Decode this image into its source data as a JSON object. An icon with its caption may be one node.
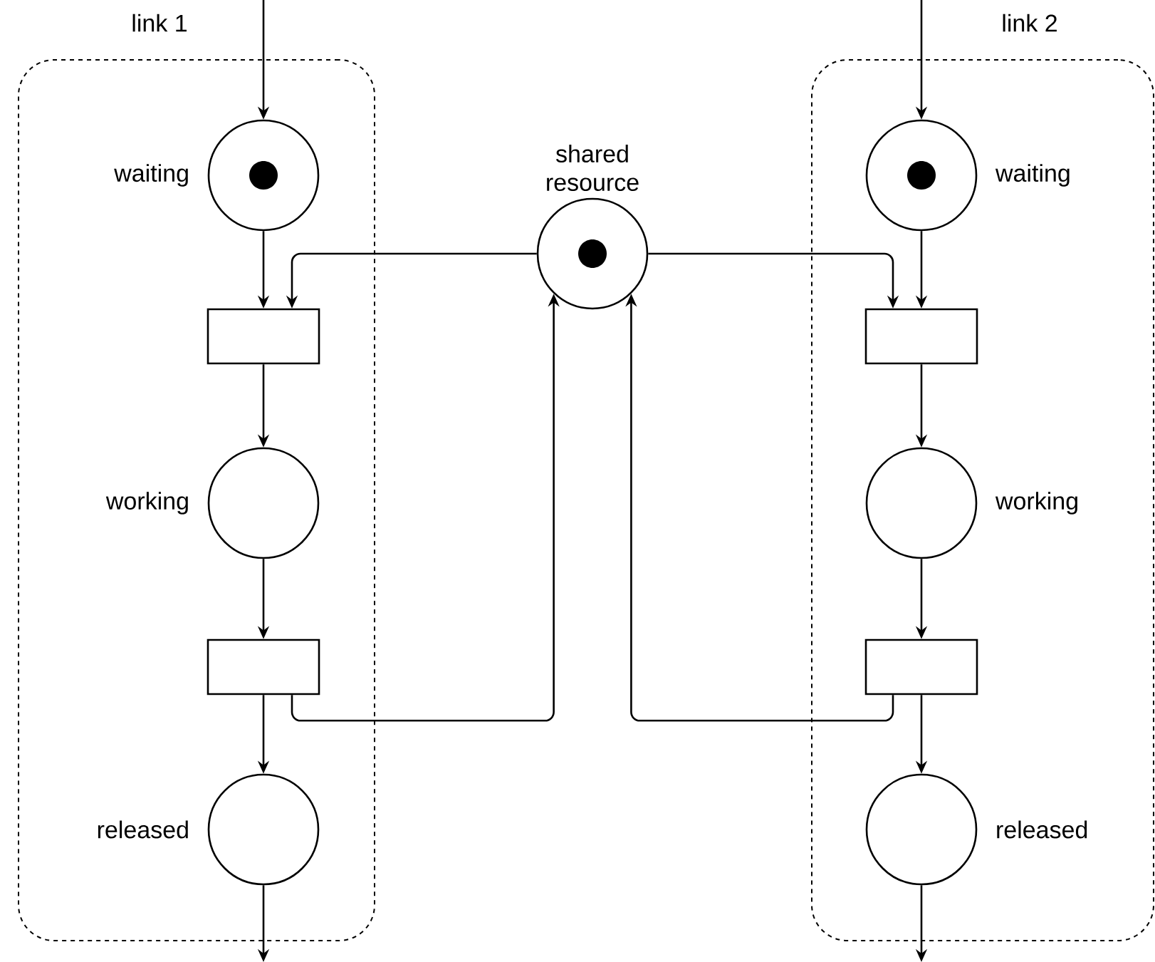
{
  "diagram": {
    "nodes": [
      {
        "text": [
          "link 1"
        ]
      },
      {
        "text": [],
        "shape": "circle",
        "beside": [
          "waiting"
        ],
        "in": 0
      },
      {
        "text": [],
        "shape": "box",
        "in": 0
      },
      {
        "text": [],
        "shape": "circle",
        "beside": [
          "working"
        ],
        "in": 0
      },
      {
        "text": [],
        "shape": "box",
        "in": 0
      },
      {
        "text": [],
        "shape": "circle",
        "beside": [
          "released"
        ],
        "in": 0
      },
      {
        "text": [
          "link 2"
        ]
      },
      {
        "text": [],
        "shape": "circle",
        "beside": [
          "waiting"
        ],
        "in": 6
      },
      {
        "text": [],
        "shape": "box",
        "in": 6
      },
      {
        "text": [],
        "shape": "circle",
        "beside": [
          "working"
        ],
        "in": 6
      },
      {
        "text": [],
        "shape": "box",
        "in": 6
      },
      {
        "text": [],
        "shape": "circle",
        "beside": [
          "released"
        ],
        "in": 6
      },
      {
        "text": [],
        "shape": "circle",
        "beside": [
          "shared resource"
        ]
      }
    ],
    "edges": [
      {
        "from": null,
        "to": 1,
        "arrow": "to"
      },
      {
        "from": 1,
        "to": 2,
        "arrow": "to"
      },
      {
        "from": 2,
        "to": 3,
        "arrow": "to"
      },
      {
        "from": 3,
        "to": 4,
        "arrow": "to"
      },
      {
        "from": 4,
        "to": 5,
        "arrow": "to"
      },
      {
        "from": 5,
        "to": null,
        "arrow": "to"
      },
      {
        "from": null,
        "to": 7,
        "arrow": "to"
      },
      {
        "from": 7,
        "to": 8,
        "arrow": "to"
      },
      {
        "from": 8,
        "to": 9,
        "arrow": "to"
      },
      {
        "from": 9,
        "to": 10,
        "arrow": "to"
      },
      {
        "from": 10,
        "to": 11,
        "arrow": "to"
      },
      {
        "from": 11,
        "to": null,
        "arrow": "to"
      },
      {
        "from": 12,
        "to": 2,
        "arrow": "to"
      },
      {
        "from": 12,
        "to": 8,
        "arrow": "to"
      },
      {
        "from": 4,
        "to": 12,
        "arrow": "to"
      },
      {
        "from": 10,
        "to": 12,
        "arrow": "to"
      }
    ]
  }
}
